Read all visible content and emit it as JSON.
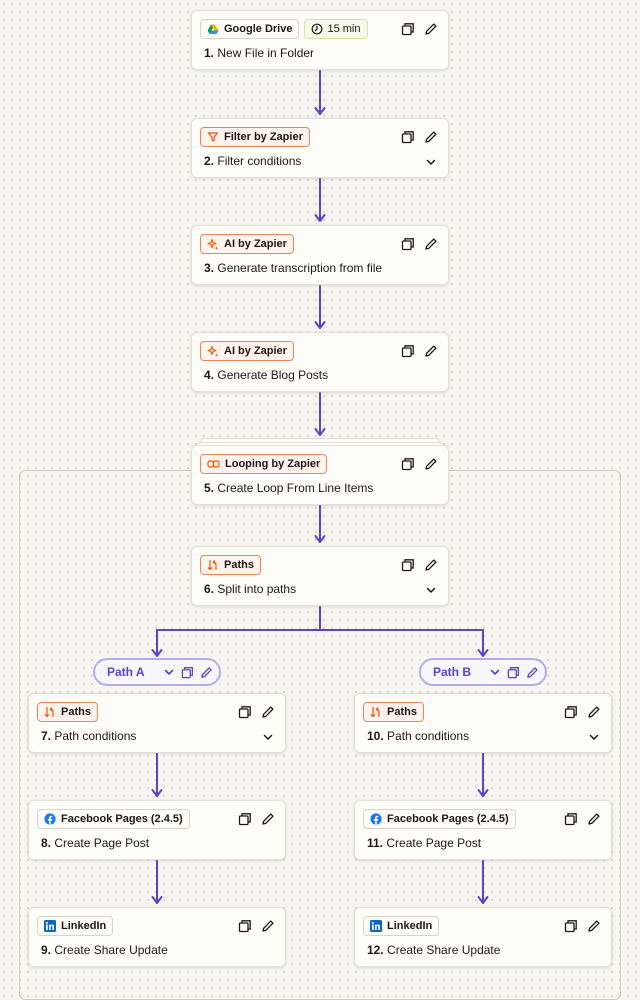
{
  "steps": [
    {
      "id": "s1",
      "app": "Google Drive",
      "app_icon": "google-drive-icon",
      "app_style": "plain",
      "number": "1.",
      "title": "New File in Folder",
      "has_chevron": false,
      "extra_badge": "15 min"
    },
    {
      "id": "s2",
      "app": "Filter by Zapier",
      "app_icon": "filter-icon",
      "app_style": "zapier",
      "number": "2.",
      "title": "Filter conditions",
      "has_chevron": true
    },
    {
      "id": "s3",
      "app": "AI by Zapier",
      "app_icon": "ai-sparkle-icon",
      "app_style": "zapier",
      "number": "3.",
      "title": "Generate transcription from file",
      "has_chevron": false
    },
    {
      "id": "s4",
      "app": "AI by Zapier",
      "app_icon": "ai-sparkle-icon",
      "app_style": "zapier",
      "number": "4.",
      "title": "Generate Blog Posts",
      "has_chevron": false
    },
    {
      "id": "s5",
      "app": "Looping by Zapier",
      "app_icon": "loop-icon",
      "app_style": "zapier",
      "number": "5.",
      "title": "Create Loop From Line Items",
      "has_chevron": false
    },
    {
      "id": "s6",
      "app": "Paths",
      "app_icon": "paths-icon",
      "app_style": "zapier",
      "number": "6.",
      "title": "Split into paths",
      "has_chevron": true
    }
  ],
  "paths": [
    {
      "label": "Path A",
      "steps": [
        {
          "app": "Paths",
          "app_icon": "paths-icon",
          "app_style": "zapier",
          "number": "7.",
          "title": "Path conditions",
          "has_chevron": true
        },
        {
          "app": "Facebook Pages (2.4.5)",
          "app_icon": "facebook-icon",
          "app_style": "plain",
          "number": "8.",
          "title": "Create Page Post",
          "has_chevron": false
        },
        {
          "app": "LinkedIn",
          "app_icon": "linkedin-icon",
          "app_style": "plain",
          "number": "9.",
          "title": "Create Share Update",
          "has_chevron": false
        }
      ]
    },
    {
      "label": "Path B",
      "steps": [
        {
          "app": "Paths",
          "app_icon": "paths-icon",
          "app_style": "zapier",
          "number": "10.",
          "title": "Path conditions",
          "has_chevron": true
        },
        {
          "app": "Facebook Pages (2.4.5)",
          "app_icon": "facebook-icon",
          "app_style": "plain",
          "number": "11.",
          "title": "Create Page Post",
          "has_chevron": false
        },
        {
          "app": "LinkedIn",
          "app_icon": "linkedin-icon",
          "app_style": "plain",
          "number": "12.",
          "title": "Create Share Update",
          "has_chevron": false
        }
      ]
    }
  ],
  "colors": {
    "connector": "#5b43c9",
    "zapier_orange": "#ff4f00",
    "google_blue": "#4285f4",
    "google_green": "#0f9d58",
    "google_yellow": "#f4b400",
    "facebook_blue": "#1877f2",
    "linkedin_blue": "#0a66c2",
    "path_accent": "#5a43c4",
    "time_green": "#3d6b12"
  }
}
